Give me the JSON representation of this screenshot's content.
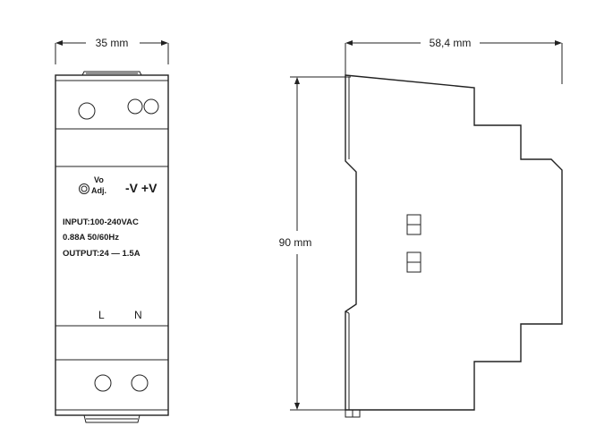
{
  "dimensions": {
    "width_front": "35 mm",
    "depth_side": "58,4 mm",
    "height": "90 mm"
  },
  "front_panel": {
    "vo_adj_line1": "Vo",
    "vo_adj_line2": "Adj.",
    "output_terminals": "-V +V",
    "spec_input": "INPUT:100-240VAC",
    "spec_current": "0.88A 50/60Hz",
    "spec_output": "OUTPUT:24 — 1.5A",
    "terminal_l": "L",
    "terminal_n": "N"
  }
}
